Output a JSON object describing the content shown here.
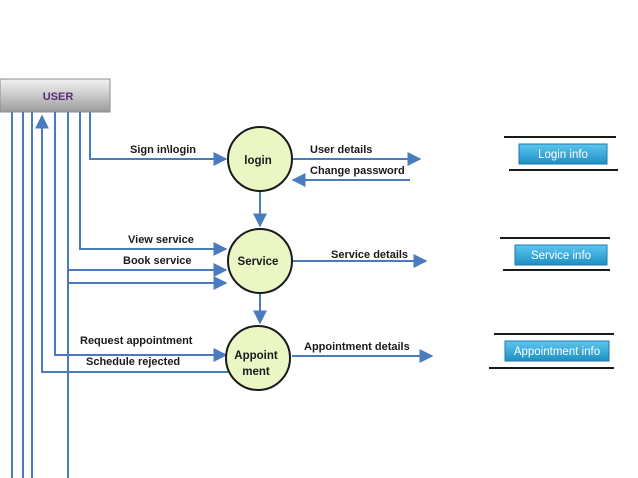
{
  "external_entity": {
    "label": "USER"
  },
  "processes": {
    "login": "login",
    "service": "Service",
    "appointment_line1": "Appoint",
    "appointment_line2": "ment"
  },
  "flows": {
    "sign_in": "Sign in\\login",
    "user_details": "User details",
    "change_password": "Change password",
    "view_service": "View service",
    "book_service": "Book service",
    "service_details": "Service details",
    "request_appointment": "Request appointment",
    "schedule_rejected": "Schedule rejected",
    "appointment_details": "Appointment details"
  },
  "data_stores": {
    "login_info": "Login info",
    "service_info": "Service info",
    "appointment_info": "Appointment info"
  },
  "colors": {
    "arrow": "#4a7bbf",
    "process_fill": "#eaf7c4",
    "store_button": "#2aa3d6"
  }
}
